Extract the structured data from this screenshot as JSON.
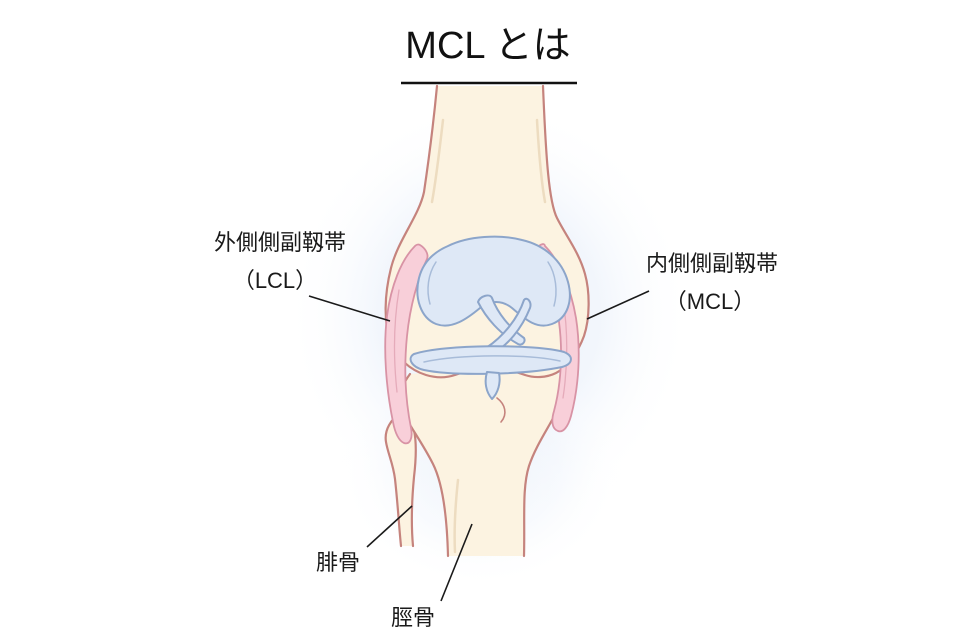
{
  "page": {
    "title": "MCL とは",
    "background": "#ffffff"
  },
  "labels": {
    "lcl_line1": "外側側副靱帯",
    "lcl_line2": "（LCL）",
    "mcl_line1": "内側側副靱帯",
    "mcl_line2": "（MCL）",
    "fibula": "腓骨",
    "tibia": "脛骨"
  },
  "illustration": {
    "subject": "knee-joint-front-view",
    "parts": [
      "femur",
      "tibia",
      "fibula",
      "lateral-collateral-ligament",
      "medial-collateral-ligament",
      "cartilage",
      "cruciate-ligaments",
      "meniscus"
    ]
  },
  "colors": {
    "bone_fill": "#fcf3e1",
    "bone_outline": "#c5837d",
    "ligament_fill": "#f8cfd9",
    "ligament_outline": "#d893a5",
    "cartilage_fill": "#dee8f6",
    "cartilage_outline": "#8ca5ca",
    "glow": "#e3ebf8",
    "text": "#1a1a1a"
  }
}
